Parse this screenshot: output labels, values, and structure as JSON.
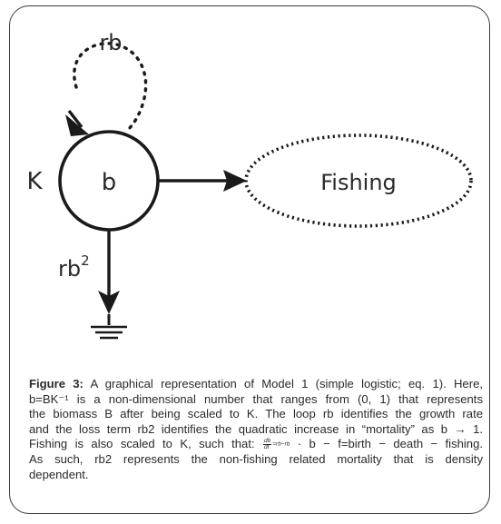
{
  "diagram": {
    "node_label": "b",
    "capacity_label": "K",
    "loop_label": "rb",
    "loss_label_base": "rb",
    "loss_label_exp": "2",
    "fishing_label": "Fishing"
  },
  "caption": {
    "figure_label": "Figure 3:",
    "line1_rest": "A graphical representation of Model 1 (simple logistic; eq. 1). Here,",
    "line2": "b=BK⁻¹ is a non-dimensional number that ranges from (0, 1) that represents",
    "line3": "the biomass B after being scaled to K. The loop rb identifies the growth rate",
    "line4": "and the loss term rb2 identifies the quadratic increase in “mortality” as b → 1.",
    "line5_pre": "Fishing is also scaled to K, such that:",
    "line5_frac_num": "db",
    "line5_frac_den": "dt",
    "line5_small": "=rb−rb",
    "line5_post": "· b − f=birth − death − fishing.",
    "line6": "As such, rb2 represents the non-fishing related mortality that is density",
    "line7": "dependent."
  }
}
